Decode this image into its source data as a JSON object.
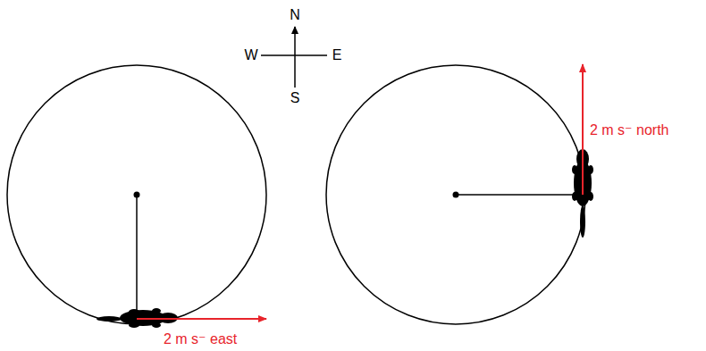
{
  "diagram": {
    "labels": [
      "N",
      "W",
      "E",
      "S",
      "2 m s⁻ east",
      "2 m s⁻ north"
    ]
  }
}
